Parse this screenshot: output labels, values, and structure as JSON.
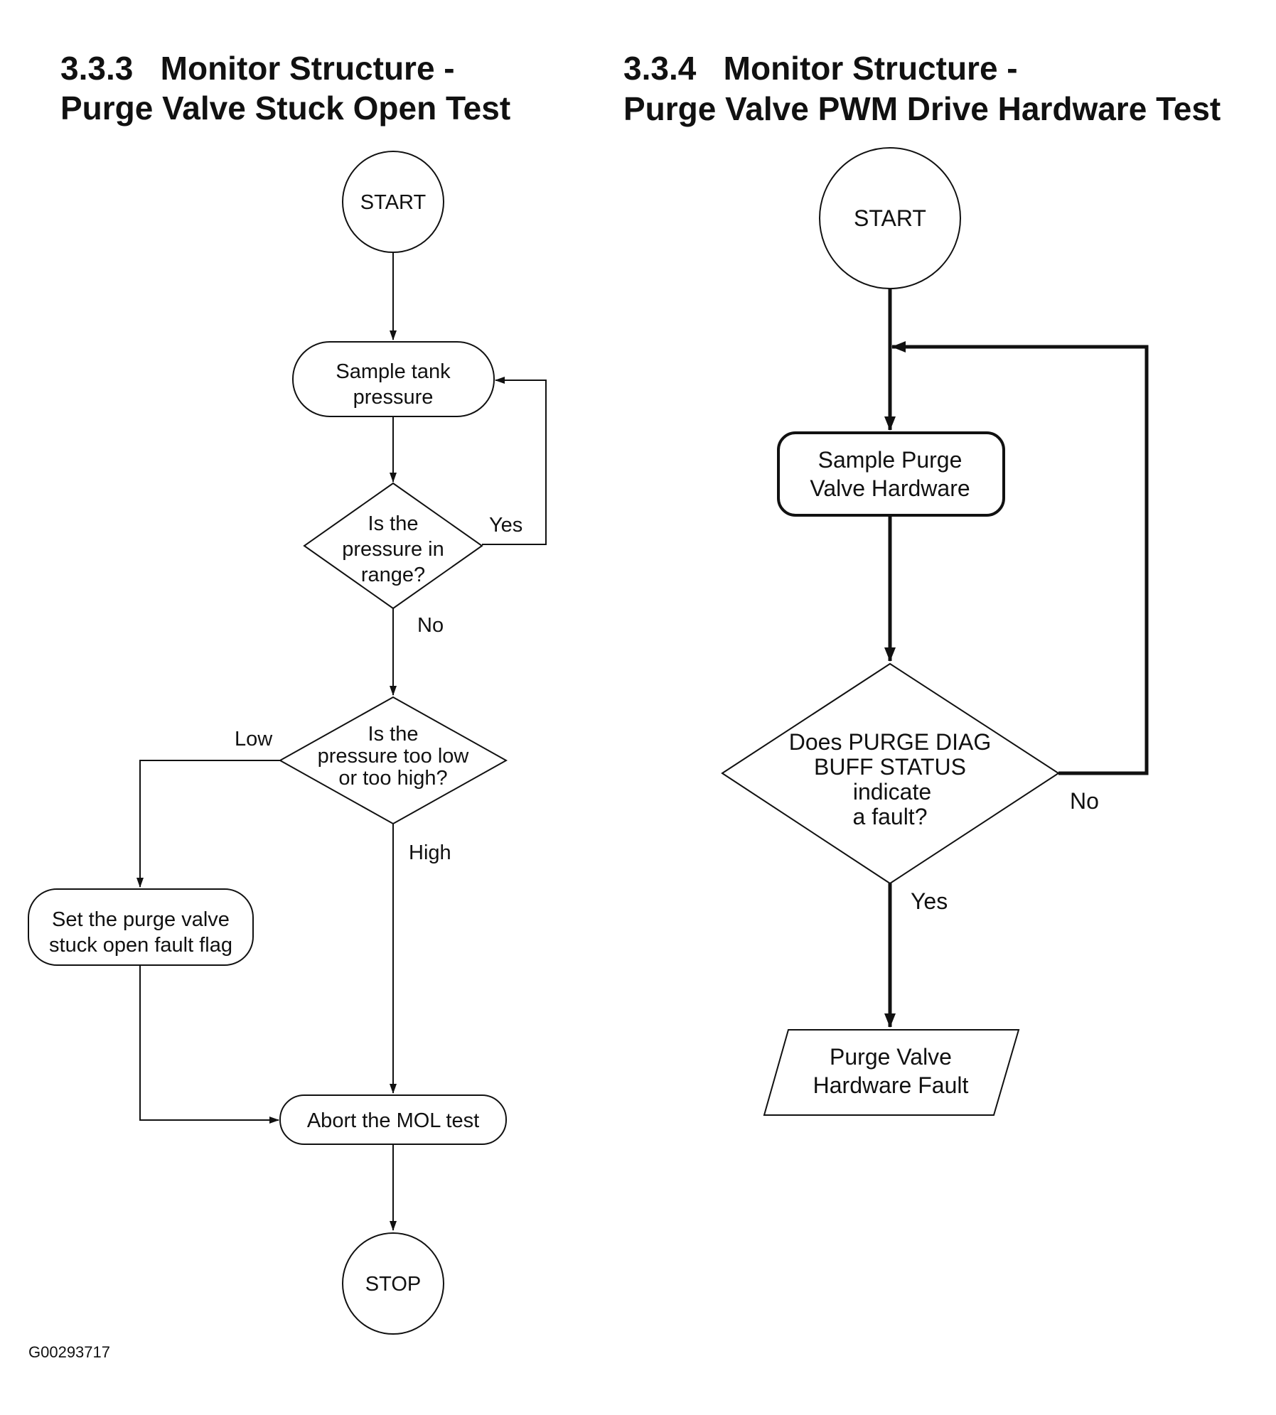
{
  "left_flowchart": {
    "title_line1": "3.3.3   Monitor Structure -",
    "title_line2": "Purge Valve Stuck Open Test",
    "start": "START",
    "sample_line1": "Sample tank",
    "sample_line2": "pressure",
    "decision1_line1": "Is the",
    "decision1_line2": "pressure in",
    "decision1_line3": "range?",
    "yes_label": "Yes",
    "no_label": "No",
    "decision2_line1": "Is the",
    "decision2_line2": "pressure too low",
    "decision2_line3": "or too high?",
    "low_label": "Low",
    "high_label": "High",
    "set_flag_line1": "Set the purge valve",
    "set_flag_line2": "stuck open fault flag",
    "abort": "Abort the MOL test",
    "stop": "STOP"
  },
  "right_flowchart": {
    "title_line1": "3.3.4   Monitor Structure -",
    "title_line2": "Purge Valve PWM Drive Hardware Test",
    "start": "START",
    "sample_line1": "Sample Purge",
    "sample_line2": "Valve Hardware",
    "decision_line1": "Does PURGE DIAG",
    "decision_line2": "BUFF STATUS",
    "decision_line3": "indicate",
    "decision_line4": "a fault?",
    "no_label": "No",
    "yes_label": "Yes",
    "fault_line1": "Purge Valve",
    "fault_line2": "Hardware Fault"
  },
  "figure_id": "G00293717"
}
